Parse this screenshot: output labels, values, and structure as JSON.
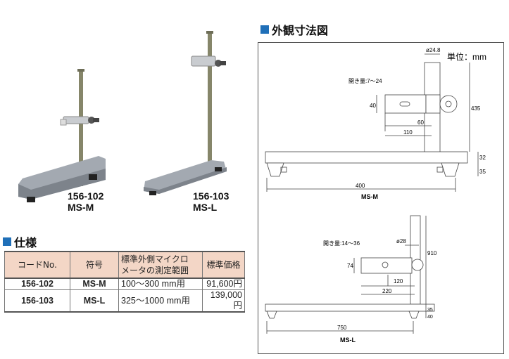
{
  "products": [
    {
      "code": "156-102",
      "model": "MS-M"
    },
    {
      "code": "156-103",
      "model": "MS-L"
    }
  ],
  "spec_section": {
    "title": "仕様",
    "headers": [
      "コードNo.",
      "符号",
      "標準外側マイクロ\nメータの測定範囲",
      "標準価格"
    ],
    "rows": [
      [
        "156-102",
        "MS-M",
        "100〜300 mm用",
        "91,600円"
      ],
      [
        "156-103",
        "MS-L",
        "325〜1000 mm用",
        "139,000円"
      ]
    ]
  },
  "drawing_section": {
    "title": "外観寸法図",
    "unit_label": "単位：mm",
    "msm": {
      "label": "MS-M",
      "clamp_note": "開き量:7〜24",
      "dia": "ø24.8",
      "d40": "40",
      "d60": "60",
      "d110": "110",
      "d435": "435",
      "d32": "32",
      "d35": "35",
      "d400": "400"
    },
    "msl": {
      "label": "MS-L",
      "clamp_note": "開き量:14〜36",
      "dia": "ø28",
      "d74": "74",
      "d120": "120",
      "d220": "220",
      "d910": "910",
      "d35": "35",
      "d40": "40",
      "d750": "750"
    }
  },
  "colors": {
    "accent": "#1f6fb8",
    "table_header": "#f3d6c6",
    "base": "#8d949c",
    "rod": "#8a8a6e"
  }
}
